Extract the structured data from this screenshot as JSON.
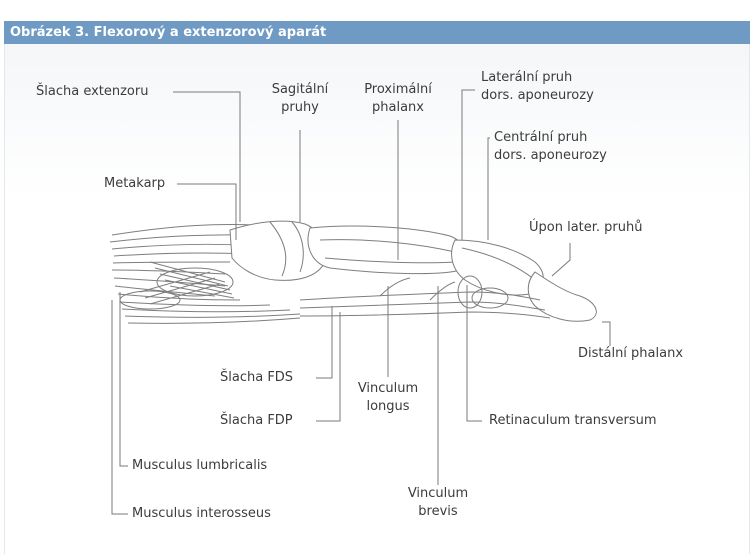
{
  "figure": {
    "title": "Obrázek 3. Flexorový a extenzorový aparát",
    "title_bar_color": "#6f9ac3",
    "line_color": "#7a7a7a",
    "text_color": "#3c3c3c"
  },
  "labels": {
    "slacha_extenzoru": "Šlacha extenzoru",
    "sagitalni_pruhy_1": "Sagitální",
    "sagitalni_pruhy_2": "pruhy",
    "proximalni_phalanx_1": "Proximální",
    "proximalni_phalanx_2": "phalanx",
    "lateralni_pruh_1": "Laterální pruh",
    "lateralni_pruh_2": "dors. aponeurozy",
    "centralni_pruh_1": "Centrální pruh",
    "centralni_pruh_2": "dors. aponeurozy",
    "metakarp": "Metakarp",
    "upon_later_pruhu": "Úpon later. pruhů",
    "distalni_phalanx": "Distální phalanx",
    "slacha_fds": "Šlacha FDS",
    "slacha_fdp": "Šlacha FDP",
    "vinculum_longus_1": "Vinculum",
    "vinculum_longus_2": "longus",
    "retinaculum_transversum": "Retinaculum transversum",
    "musculus_lumbricalis": "Musculus lumbricalis",
    "vinculum_brevis_1": "Vinculum",
    "vinculum_brevis_2": "brevis",
    "musculus_interosseus": "Musculus interosseus"
  }
}
